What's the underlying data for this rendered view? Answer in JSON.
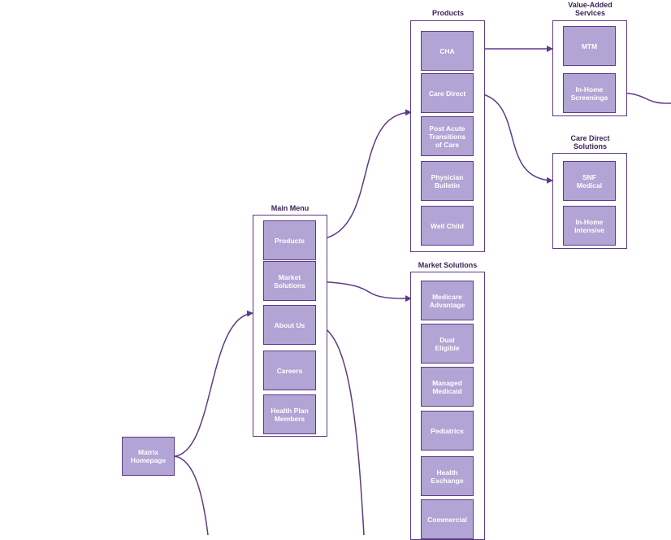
{
  "colors": {
    "line": "#5e3a86",
    "node_fill": "#b2a4d4",
    "node_text": "#ffffff",
    "title": "#3a2356"
  },
  "root": {
    "label": "Matrix\nHomepage"
  },
  "main_menu": {
    "title": "Main Menu",
    "items": [
      "Products",
      "Market\nSolutions",
      "About Us",
      "Careers",
      "Health Plan\nMembers"
    ]
  },
  "products": {
    "title": "Products",
    "items": [
      "CHA",
      "Care Direct",
      "Post Acute\nTransitions\nof Care",
      "Physician\nBulletin",
      "Well Child"
    ]
  },
  "market_solutions": {
    "title": "Market Solutions",
    "items": [
      "Medicare\nAdvantage",
      "Dual\nEligible",
      "Managed\nMedicaid",
      "Pediatrics",
      "Health\nExchange",
      "Commercial"
    ]
  },
  "value_added": {
    "title": "Value-Added\nServices",
    "items": [
      "MTM",
      "In-Home\nScreenings"
    ]
  },
  "care_direct_solutions": {
    "title": "Care Direct\nSolutions",
    "items": [
      "SNF\nMedical",
      "In-Home\nIntensive"
    ]
  }
}
